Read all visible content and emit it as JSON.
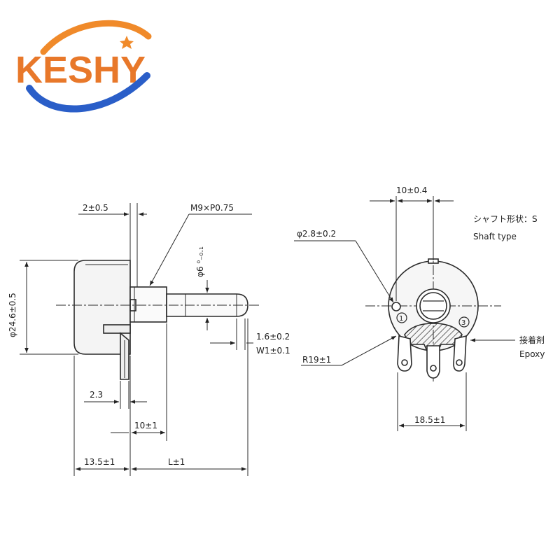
{
  "logo": {
    "text": "KESHY",
    "color": "#e8782a",
    "swoosh_color": "#2a5ec8",
    "star_color": "#f08a2a"
  },
  "side_view": {
    "diameter_label": "φ24.6±0.5",
    "pin_offset_label": "2±0.5",
    "thread_label": "M9×P0.75",
    "shaft_diameter_label": "φ6 ⁰₋₀.₁",
    "flat_depth_label": "1.6±0.2",
    "slot_width_label": "W1±0.1",
    "terminal_label": "2.3",
    "bushing_length_label": "10±1",
    "body_depth_label": "13.5±1",
    "shaft_length_label": "L±1"
  },
  "front_view": {
    "shaft_offset_label": "10±0.4",
    "hole_label": "φ2.8±0.2",
    "radius_label": "R19±1",
    "terminal_span_label": "18.5±1",
    "terminal_1": "1",
    "terminal_3": "3",
    "shaft_type_jp": "シャフト形状：S",
    "shaft_type_en": "Shaft type",
    "epoxy_jp": "接着剤",
    "epoxy_en": "Epoxy"
  },
  "colors": {
    "line": "#2a2a2a",
    "body": "#f4f4f4"
  }
}
